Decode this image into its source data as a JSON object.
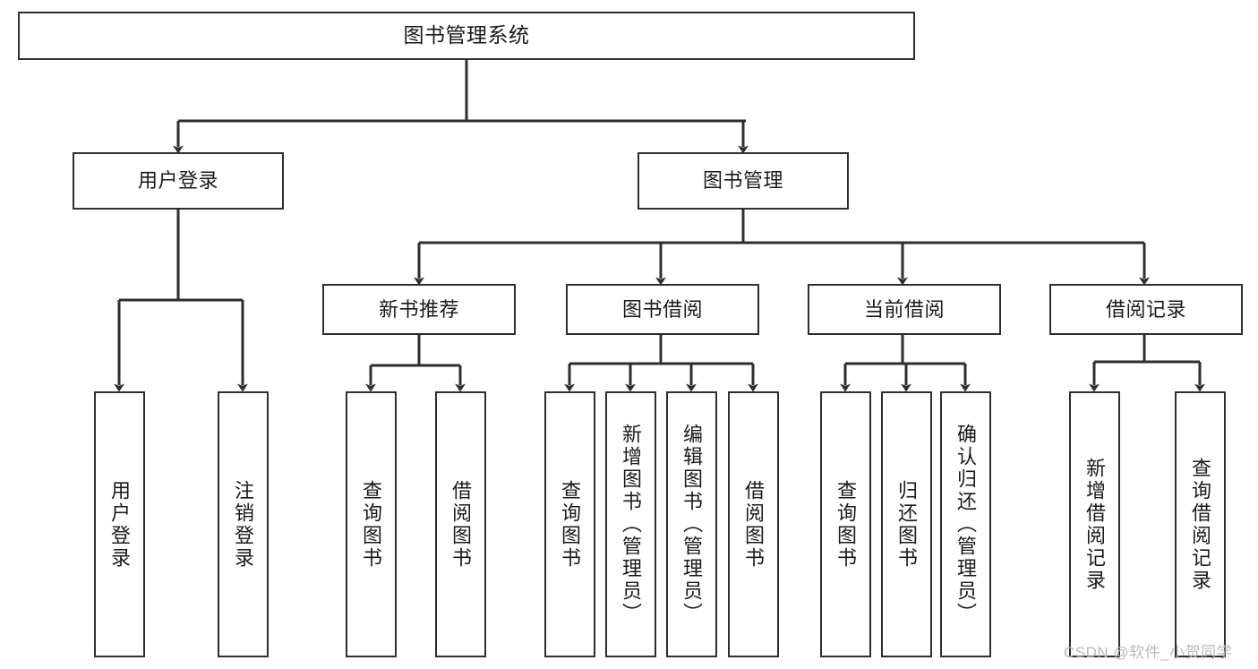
{
  "diagram": {
    "title": "图书管理系统",
    "type": "tree-hierarchy",
    "watermark": "CSDN @软件_小贺同学",
    "colors": {
      "background": "#ffffff",
      "box_border": "#2e2e2e",
      "connector": "#2e2e2e",
      "text": "#1a1a1a",
      "watermark": "#b9b9b9"
    },
    "nodes": {
      "root": {
        "label": "图书管理系统",
        "level": 0
      },
      "level1": [
        {
          "id": "user-login",
          "label": "用户登录"
        },
        {
          "id": "book-manage",
          "label": "图书管理"
        }
      ],
      "level2": [
        {
          "id": "new-book-recommend",
          "label": "新书推荐",
          "parent": "book-manage"
        },
        {
          "id": "book-borrow",
          "label": "图书借阅",
          "parent": "book-manage"
        },
        {
          "id": "current-borrow",
          "label": "当前借阅",
          "parent": "book-manage"
        },
        {
          "id": "borrow-record",
          "label": "借阅记录",
          "parent": "book-manage"
        }
      ],
      "leaves": [
        {
          "id": "leaf-user-login",
          "label": "用户登录",
          "parent": "user-login"
        },
        {
          "id": "leaf-logout-login",
          "label": "注销登录",
          "parent": "user-login"
        },
        {
          "id": "leaf-query-book-1",
          "label": "查询图书",
          "parent": "new-book-recommend"
        },
        {
          "id": "leaf-borrow-book-1",
          "label": "借阅图书",
          "parent": "new-book-recommend"
        },
        {
          "id": "leaf-query-book-2",
          "label": "查询图书",
          "parent": "book-borrow"
        },
        {
          "id": "leaf-add-book",
          "label": "新增图书（管理员）",
          "parent": "book-borrow"
        },
        {
          "id": "leaf-edit-book",
          "label": "编辑图书（管理员）",
          "parent": "book-borrow"
        },
        {
          "id": "leaf-borrow-book-2",
          "label": "借阅图书",
          "parent": "book-borrow"
        },
        {
          "id": "leaf-query-book-3",
          "label": "查询图书",
          "parent": "current-borrow"
        },
        {
          "id": "leaf-return-book",
          "label": "归还图书",
          "parent": "current-borrow"
        },
        {
          "id": "leaf-confirm-return",
          "label": "确认归还（管理员）",
          "parent": "current-borrow"
        },
        {
          "id": "leaf-add-record",
          "label": "新增借阅记录",
          "parent": "borrow-record"
        },
        {
          "id": "leaf-query-record",
          "label": "查询借阅记录",
          "parent": "borrow-record"
        }
      ]
    }
  }
}
